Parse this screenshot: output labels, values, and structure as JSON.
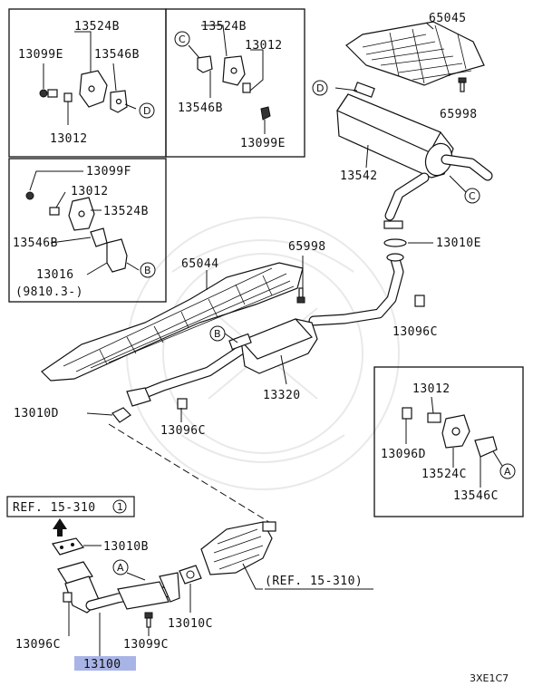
{
  "labels": {
    "p13524b_a": "13524B",
    "p13099e_a": "13099E",
    "p13546b_a": "13546B",
    "p13012_a": "13012",
    "p13524b_b": "13524B",
    "p13012_b": "13012",
    "p13546b_b": "13546B",
    "p13099e_b": "13099E",
    "p65045": "65045",
    "p65998_a": "65998",
    "p13542": "13542",
    "p13099f": "13099F",
    "p13012_c": "13012",
    "p13524b_c": "13524B",
    "p13546b_c": "13546B",
    "p13016": "13016",
    "p13016_note": "(9810.3-)",
    "p65044": "65044",
    "p65998_b": "65998",
    "p13010e": "13010E",
    "p13096c_a": "13096C",
    "p13320": "13320",
    "p13010d": "13010D",
    "p13096c_b": "13096C",
    "p13012_d": "13012",
    "p13096d": "13096D",
    "p13524c": "13524C",
    "p13546c": "13546C",
    "ref_a": "REF. 15-310",
    "ref_a_num": "1",
    "p13010b": "13010B",
    "ref_b": "(REF. 15-310)",
    "p13010c": "13010C",
    "p13096c_c": "13096C",
    "p13099c": "13099C",
    "p13100": "13100",
    "code": "3XE1C7"
  },
  "callouts": {
    "a": "A",
    "b": "B",
    "c": "C",
    "d": "D"
  },
  "colors": {
    "highlight": "#a9b4e6",
    "ink": "#111111"
  }
}
